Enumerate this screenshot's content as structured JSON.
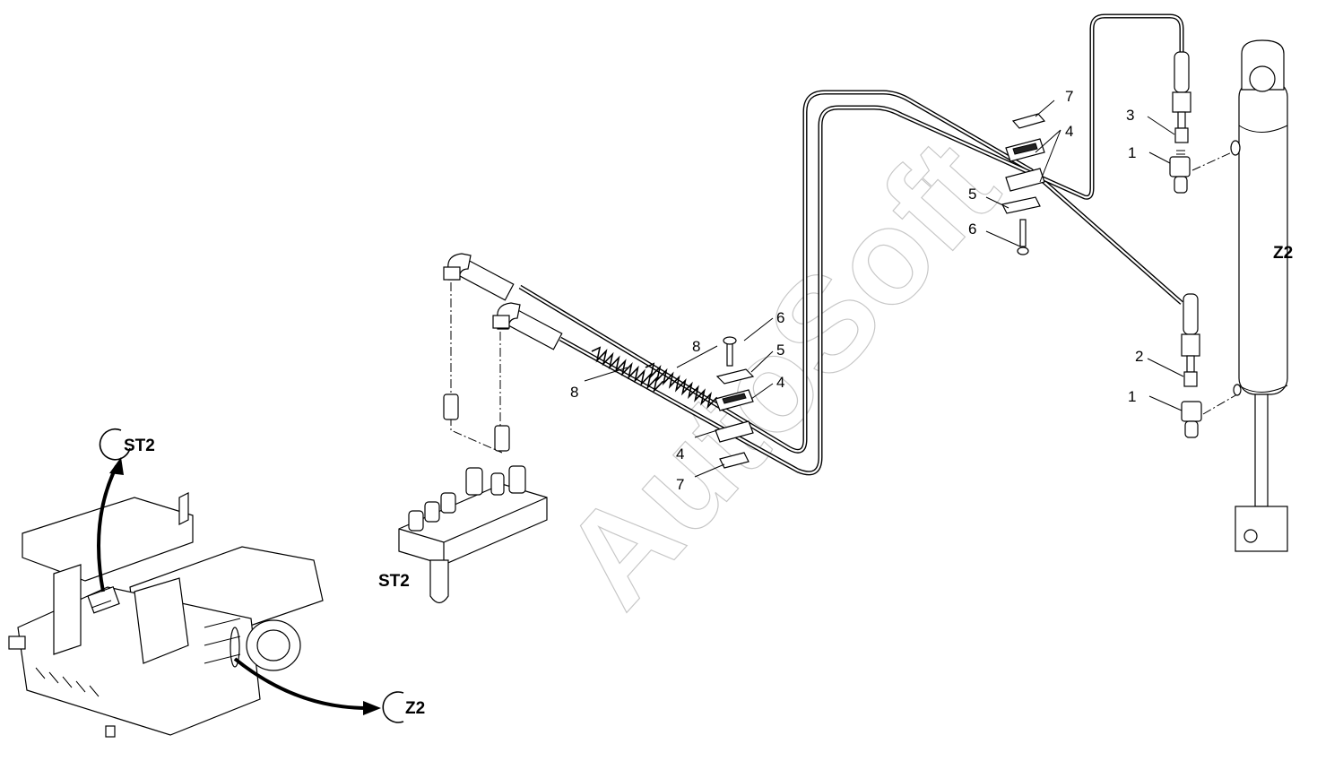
{
  "watermark": "AutoSoft",
  "labels": {
    "st2_component": "ST2",
    "z2_component": "Z2",
    "st2_reference": "ST2",
    "z2_reference": "Z2"
  },
  "callouts": {
    "c1_upper": "1",
    "c1_lower": "1",
    "c2": "2",
    "c3": "3",
    "c4_top_a": "4",
    "c5_top": "5",
    "c6_top": "6",
    "c7_top": "7",
    "c8_a": "8",
    "c8_b": "8",
    "c6_mid": "6",
    "c5_mid": "5",
    "c4_mid": "4",
    "c4_low": "4",
    "c7_low": "7"
  }
}
